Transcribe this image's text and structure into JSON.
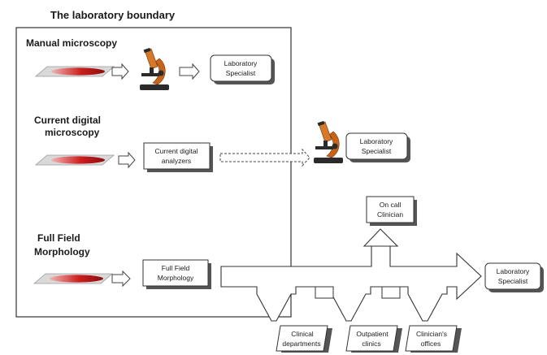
{
  "title": "The laboratory boundary",
  "sections": {
    "manual": {
      "title": "Manual microscopy",
      "box": [
        "Laboratory",
        "Specialist"
      ]
    },
    "digital": {
      "title_lines": [
        "Current digital",
        "microscopy"
      ],
      "analyzer": [
        "Current digital",
        "analyzers"
      ],
      "specialist": [
        "Laboratory",
        "Specialist"
      ]
    },
    "fullfield": {
      "title_lines": [
        "Full Field",
        "Morphology"
      ],
      "box": [
        "Full Field",
        "Morphology"
      ],
      "oncall": [
        "On call",
        "Clinician"
      ],
      "specialist": [
        "Laboratory",
        "Specialist"
      ],
      "outlets": [
        [
          "Clinical",
          "departments"
        ],
        [
          "Outpatient",
          "clinics"
        ],
        [
          "Clinician's",
          "offices"
        ]
      ]
    }
  },
  "colors": {
    "slide_red": "#cc1e1e",
    "slide_glass": "#d9d9d9",
    "microscope_orange": "#c8641a",
    "microscope_dark": "#2b2b2b",
    "shadow": "#555555"
  },
  "icons": {
    "slide": "glass-slide-with-blood-smear",
    "microscope": "microscope-icon"
  }
}
